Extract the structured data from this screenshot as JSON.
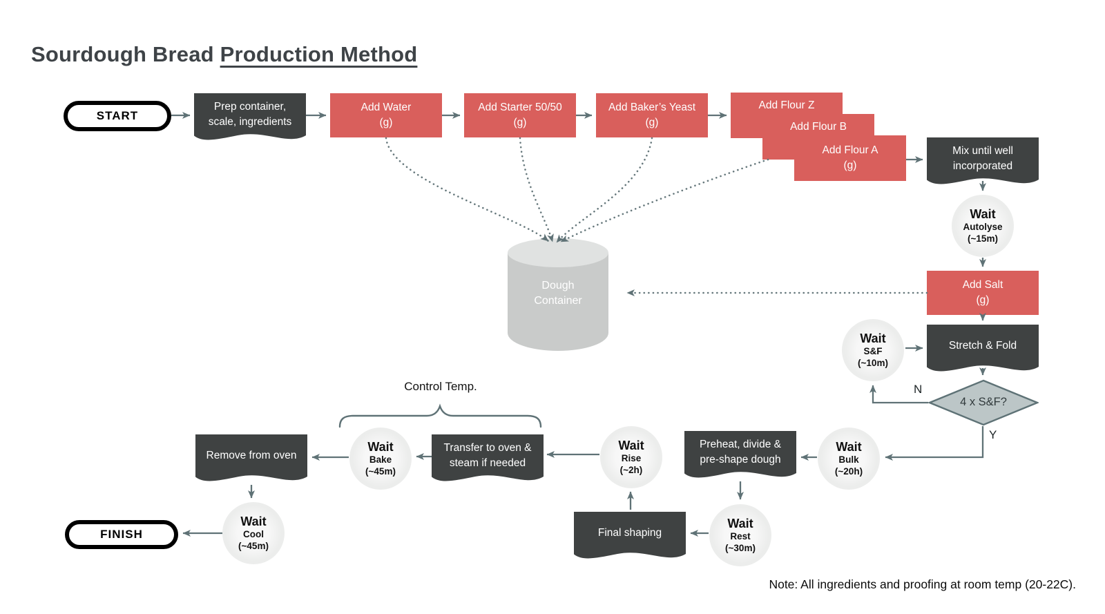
{
  "title": {
    "plain": "Sourdough Bread ",
    "underlined": "Production Method"
  },
  "footnote": "Note: All ingredients and proofing at room temp (20-22C).",
  "labels": {
    "control_temp": "Control Temp.",
    "decision_no": "N",
    "decision_yes": "Y"
  },
  "colors": {
    "ingredient_box": "#d95f5c",
    "process_box": "#3f4242",
    "connector": "#5f7276",
    "decision_fill": "#bcc6c7",
    "decision_border": "#5e7276",
    "wait_circle": "#ecedec",
    "container_body": "#c9cbca",
    "container_top": "#e0e2e1"
  },
  "nodes": {
    "start": {
      "label": "START"
    },
    "prep": {
      "line1": "Prep container,",
      "line2": "scale, ingredients"
    },
    "add_water": {
      "line1": "Add Water",
      "line2": "(g)"
    },
    "add_starter": {
      "line1": "Add Starter 50/50",
      "line2": "(g)"
    },
    "add_yeast": {
      "line1": "Add Baker’s Yeast",
      "line2": "(g)"
    },
    "add_flour_z": {
      "line1": "Add Flour Z"
    },
    "add_flour_b": {
      "line1": "Add Flour B"
    },
    "add_flour_a": {
      "line1": "Add Flour A",
      "line2": "(g)"
    },
    "mix": {
      "line1": "Mix until well",
      "line2": "incorporated"
    },
    "wait_autolyse": {
      "title": "Wait",
      "sub1": "Autolyse",
      "sub2": "(~15m)"
    },
    "add_salt": {
      "line1": "Add Salt",
      "line2": "(g)"
    },
    "stretch_fold": {
      "line1": "Stretch & Fold"
    },
    "wait_snf": {
      "title": "Wait",
      "sub1": "S&F",
      "sub2": "(~10m)"
    },
    "decision": {
      "label": "4 x S&F?"
    },
    "wait_bulk": {
      "title": "Wait",
      "sub1": "Bulk",
      "sub2": "(~20h)"
    },
    "preheat": {
      "line1": "Preheat, divide &",
      "line2": "pre-shape dough"
    },
    "wait_rest": {
      "title": "Wait",
      "sub1": "Rest",
      "sub2": "(~30m)"
    },
    "final_shaping": {
      "line1": "Final shaping"
    },
    "wait_rise": {
      "title": "Wait",
      "sub1": "Rise",
      "sub2": "(~2h)"
    },
    "transfer": {
      "line1": "Transfer to oven &",
      "line2": "steam if needed"
    },
    "wait_bake": {
      "title": "Wait",
      "sub1": "Bake",
      "sub2": "(~45m)"
    },
    "remove": {
      "line1": "Remove from oven"
    },
    "wait_cool": {
      "title": "Wait",
      "sub1": "Cool",
      "sub2": "(~45m)"
    },
    "finish": {
      "label": "FINISH"
    },
    "dough_container": {
      "line1": "Dough",
      "line2": "Container"
    }
  }
}
